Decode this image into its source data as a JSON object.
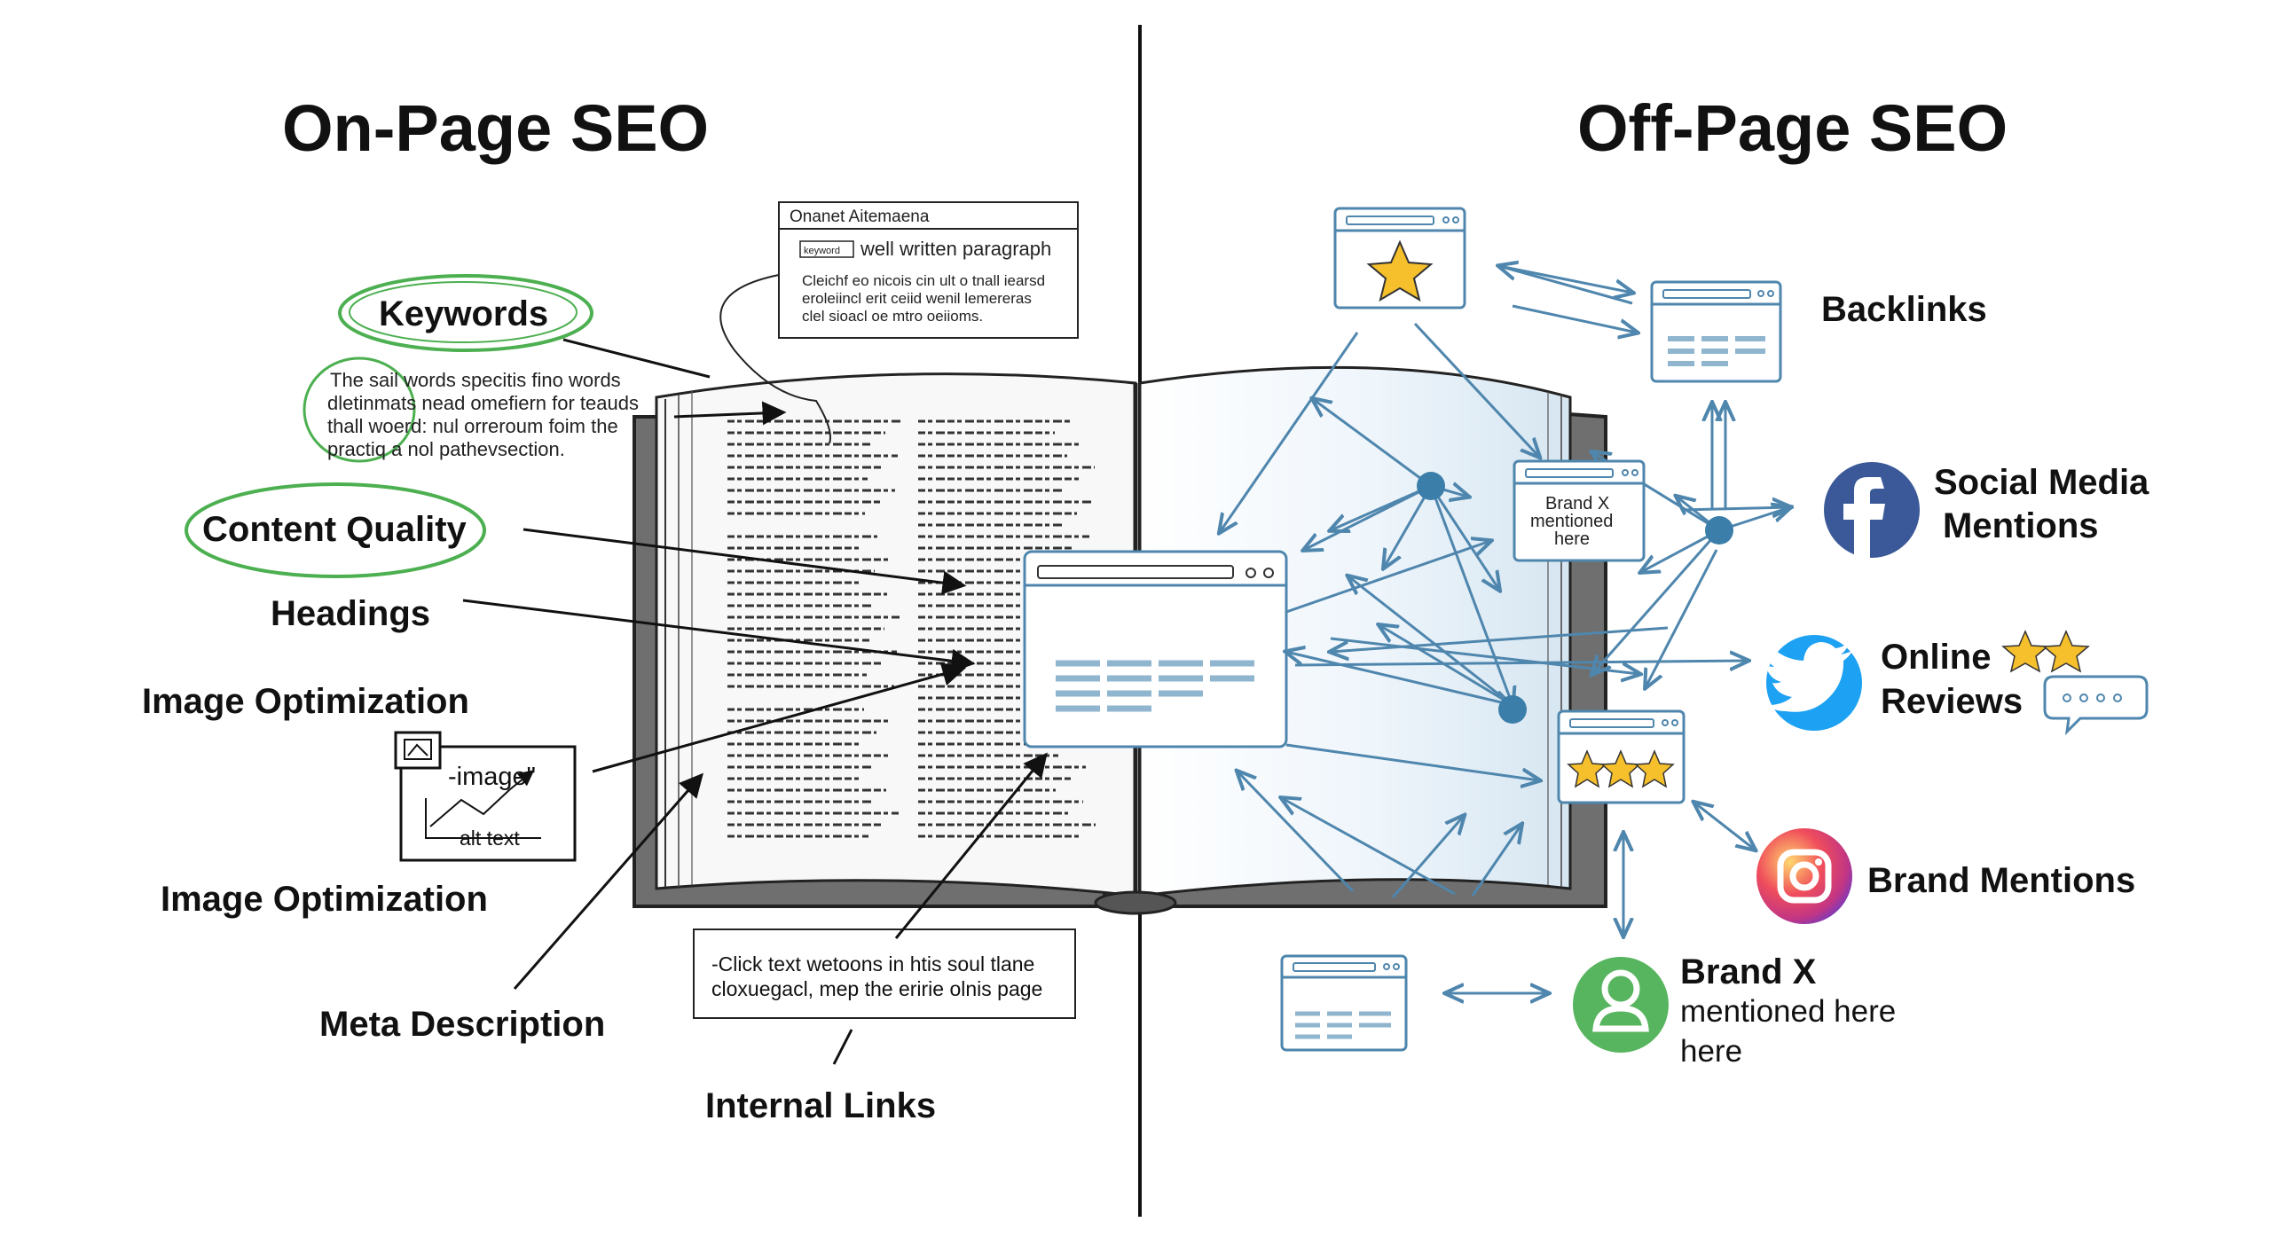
{
  "titles": {
    "left": "On-Page SEO",
    "right": "Off-Page SEO"
  },
  "on_page": {
    "keywords": "Keywords",
    "keyword_note": [
      "The sail words specitis fino words",
      "dletinmats nead omefiern for teauds",
      "thall woerd: nul orreroum foim the",
      "practiq a nol pathevsection."
    ],
    "content_quality": "Content Quality",
    "headings": "Headings",
    "image_optimization_1": "Image Optimization",
    "image_optimization_2": "Image Optimization",
    "image_card_top": "-image\"",
    "image_card_bottom": "alt text",
    "meta_description": "Meta Description",
    "internal_links": "Internal Links",
    "paragraph_box": {
      "header": "Onanet Aitemaena",
      "tag": "keyword",
      "title": "well written paragraph",
      "lines": [
        "Cleichf eo nicois cin ult o tnall iearsd",
        "eroleiincl erit ceiid wenil lemereras",
        "clel sioacl oe mtro oeiioms."
      ]
    },
    "link_box": [
      "-Click text wetoons in htis soul tlane",
      "cloxuegacl, mep the eririe olnis page"
    ]
  },
  "off_page": {
    "backlinks": "Backlinks",
    "social_media": [
      "Social Media",
      "Mentions"
    ],
    "online_reviews": [
      "Online",
      "Reviews"
    ],
    "brand_mentions": "Brand Mentions",
    "brand_x_title": "Brand X",
    "brand_x_lines": [
      "mentioned here",
      "here"
    ],
    "brand_card_lines": [
      "Brand X",
      "mentioned",
      "here"
    ]
  },
  "colors": {
    "ink": "#111111",
    "green_highlight": "#4caf50",
    "network_blue": "#4f86ad",
    "book_shade": "#dbe8f2",
    "facebook": "#3b5998",
    "twitter": "#1da1f2",
    "brand_green": "#58b55f",
    "star": "#f6c02c"
  },
  "icons": {
    "facebook": "facebook-icon",
    "twitter": "twitter-icon",
    "instagram": "instagram-icon",
    "user": "user-avatar-icon",
    "star": "star-icon",
    "chat": "chat-bubble-icon",
    "image": "image-icon"
  }
}
